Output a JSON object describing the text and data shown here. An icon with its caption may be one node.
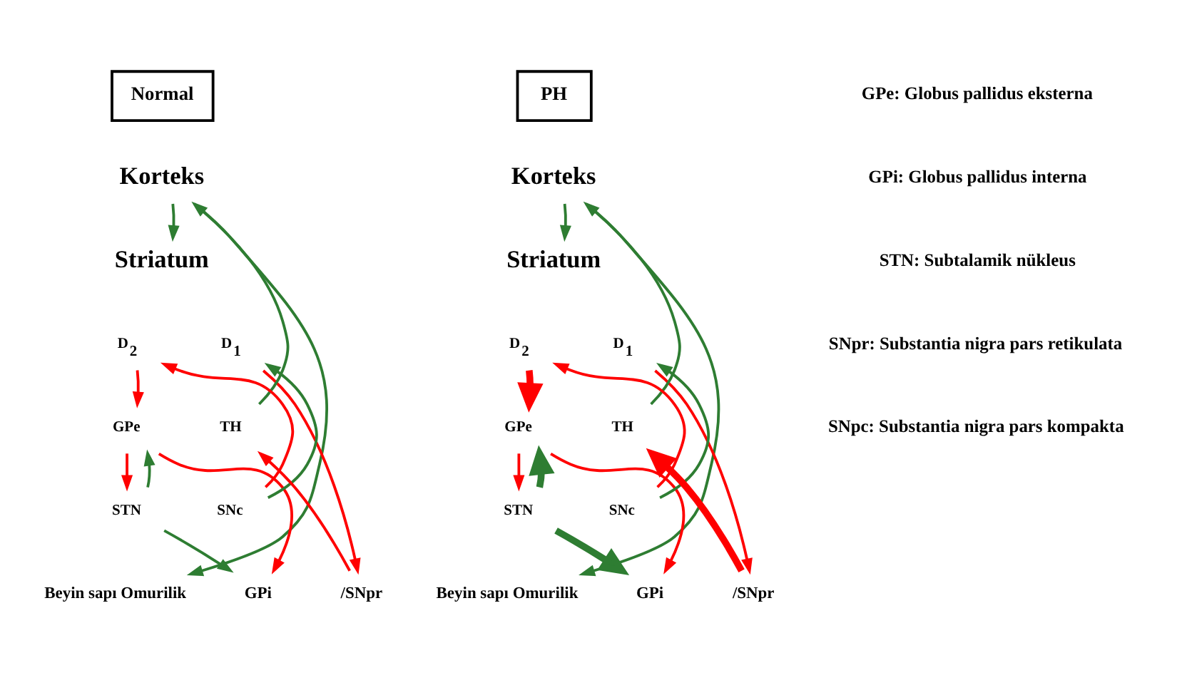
{
  "diagram": {
    "nodes": [
      {
        "text": [
          "Normal"
        ]
      },
      {
        "text": [
          "Korteks"
        ]
      },
      {
        "text": [
          "Striatum"
        ]
      },
      {
        "text": [
          "D$_{2}$"
        ]
      },
      {
        "text": [
          "D$_{1}$"
        ]
      },
      {
        "text": [
          "GPe"
        ]
      },
      {
        "text": [
          "TH"
        ]
      },
      {
        "text": [
          "STN"
        ]
      },
      {
        "text": [
          "SNc"
        ]
      },
      {
        "text": [
          "Beyin sapı Omurilik"
        ]
      },
      {
        "text": [
          "GPi"
        ]
      },
      {
        "text": [
          "/SNpr"
        ]
      },
      {
        "text": [
          "PH"
        ]
      },
      {
        "text": [
          "Korteks"
        ]
      },
      {
        "text": [
          "Striatum"
        ]
      },
      {
        "text": [
          "D$_{2}$"
        ]
      },
      {
        "text": [
          "D$_{1}$"
        ]
      },
      {
        "text": [
          "GPe"
        ]
      },
      {
        "text": [
          "TH"
        ]
      },
      {
        "text": [
          "STN"
        ]
      },
      {
        "text": [
          "SNc"
        ]
      },
      {
        "text": [
          "Beyin sapı Omurilik"
        ]
      },
      {
        "text": [
          "GPi"
        ]
      },
      {
        "text": [
          "/SNpr"
        ]
      }
    ],
    "edges": [
      {
        "from": 1,
        "to": 2,
        "arrow": "to",
        "color": "#2e7d32"
      },
      {
        "from": 1,
        "to": 9,
        "arrow": "to",
        "color": "#2e7d32"
      },
      {
        "from": 6,
        "to": 1,
        "arrow": "to",
        "color": "#2e7d32"
      },
      {
        "from": 8,
        "to": 3,
        "arrow": "to",
        "color": "#ff0000"
      },
      {
        "from": 8,
        "to": 4,
        "arrow": "to",
        "color": "#2e7d32"
      },
      {
        "from": 3,
        "to": 5,
        "arrow": "to",
        "color": "#ff0000"
      },
      {
        "from": 4,
        "to": 11,
        "arrow": "to",
        "color": "#ff0000"
      },
      {
        "from": 5,
        "to": 7,
        "arrow": "to",
        "color": "#ff0000"
      },
      {
        "from": 7,
        "to": 5,
        "arrow": "to",
        "color": "#2e7d32"
      },
      {
        "from": 5,
        "to": 10,
        "arrow": "to",
        "color": "#ff0000"
      },
      {
        "from": 7,
        "to": 10,
        "arrow": "to",
        "color": "#2e7d32"
      },
      {
        "from": 11,
        "to": 6,
        "arrow": "to",
        "color": "#ff0000"
      },
      {
        "from": 13,
        "to": 14,
        "arrow": "to",
        "color": "#2e7d32"
      },
      {
        "from": 13,
        "to": 21,
        "arrow": "to",
        "color": "#2e7d32"
      },
      {
        "from": 18,
        "to": 13,
        "arrow": "to",
        "color": "#2e7d32"
      },
      {
        "from": 20,
        "to": 15,
        "arrow": "to",
        "color": "#ff0000"
      },
      {
        "from": 20,
        "to": 16,
        "arrow": "to",
        "color": "#2e7d32"
      },
      {
        "from": 15,
        "to": 17,
        "arrow": "to",
        "style": "thick",
        "color": "#ff0000"
      },
      {
        "from": 16,
        "to": 23,
        "arrow": "to",
        "color": "#ff0000"
      },
      {
        "from": 17,
        "to": 19,
        "arrow": "to",
        "color": "#ff0000"
      },
      {
        "from": 19,
        "to": 17,
        "arrow": "to",
        "style": "thick",
        "color": "#2e7d32"
      },
      {
        "from": 17,
        "to": 22,
        "arrow": "to",
        "color": "#ff0000"
      },
      {
        "from": 19,
        "to": 22,
        "arrow": "to",
        "style": "thick",
        "color": "#2e7d32"
      },
      {
        "from": 23,
        "to": 18,
        "arrow": "to",
        "style": "thick",
        "color": "#ff0000"
      }
    ],
    "labels": [
      "GPe: Globus pallidus eksterna",
      "GPi: Globus pallidus interna",
      "STN: Subtalamik nükleus",
      "SNpr: Substantia nigra pars retikulata",
      "SNpc: Substantia nigra pars kompakta"
    ]
  }
}
